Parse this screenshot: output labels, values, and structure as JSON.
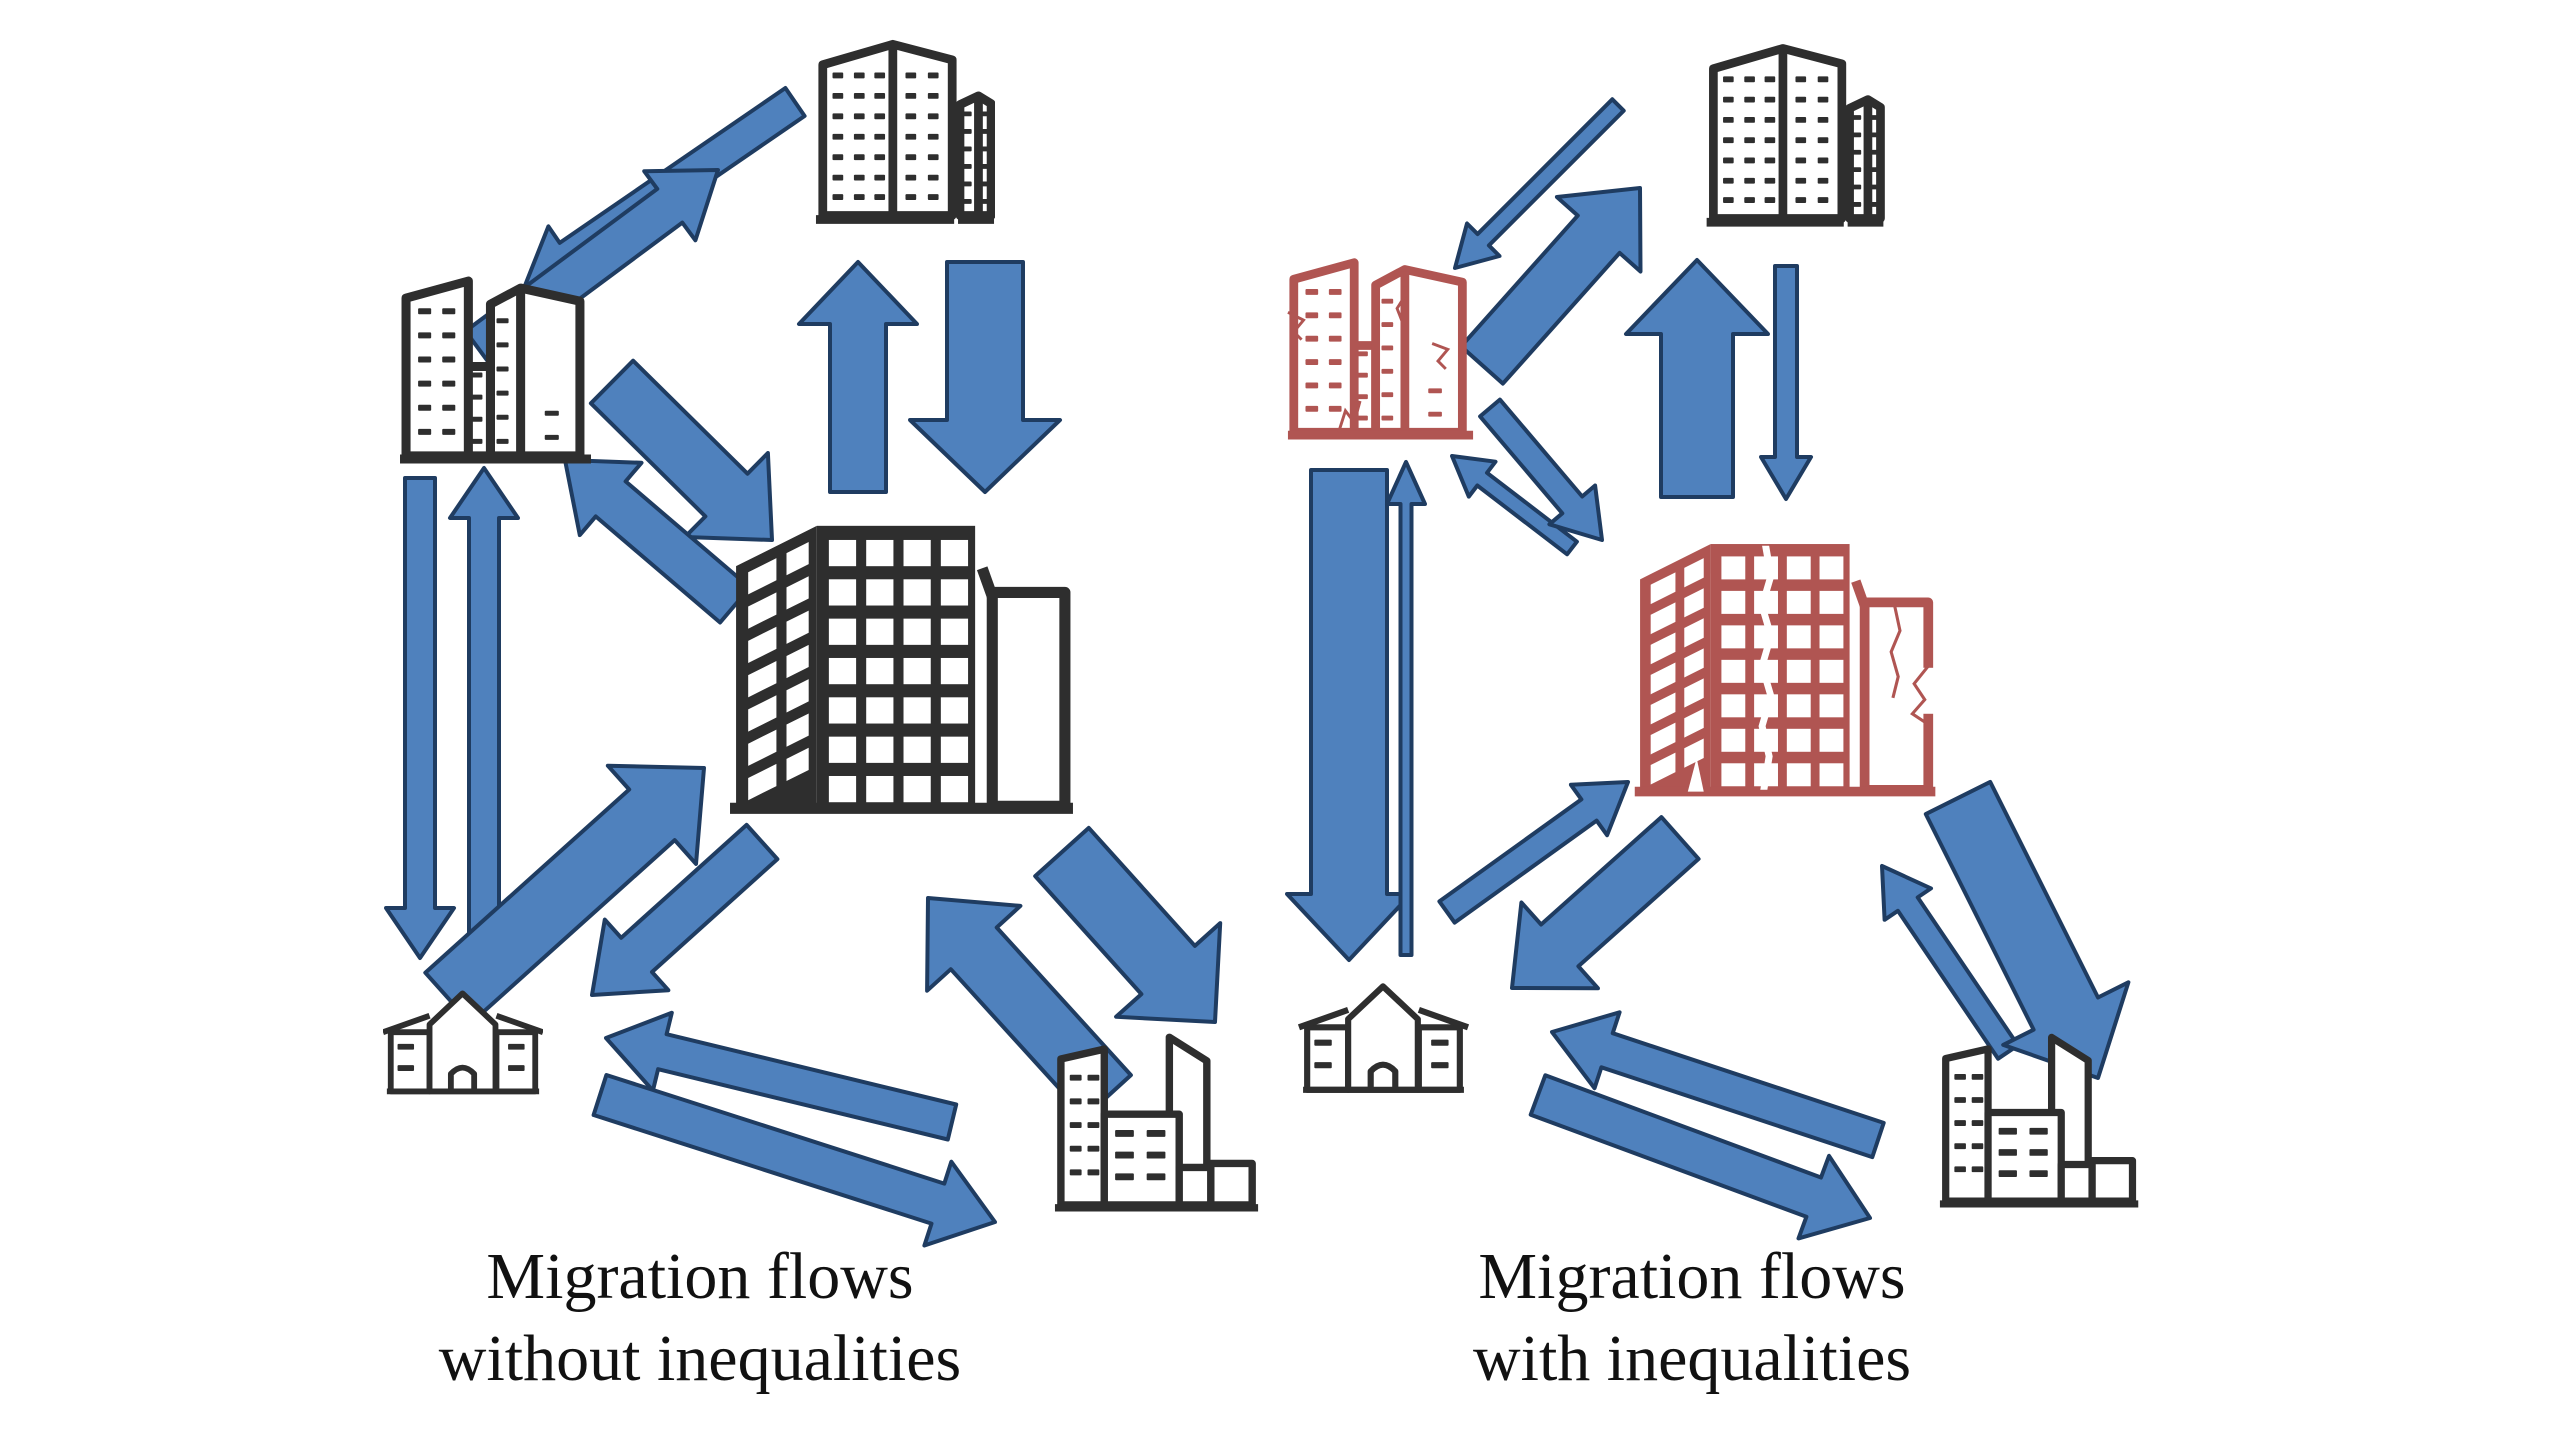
{
  "figure": {
    "background": "#ffffff",
    "colors": {
      "arrow_fill": "#4f81bd",
      "arrow_stroke": "#1f3c61",
      "building_dark": "#2e2e2e",
      "building_damaged": "#b05552",
      "caption_text": "#111111"
    },
    "captions": {
      "left": {
        "line1": "Migration flows",
        "line2": "without inequalities"
      },
      "right": {
        "line1": "Migration flows",
        "line2": "with inequalities"
      }
    },
    "diagrams": [
      {
        "id": "without-inequalities",
        "caption": "Migration flows without inequalities",
        "nodes": [
          {
            "id": "city-north",
            "icon": "twin-towers-icon",
            "condition": "intact"
          },
          {
            "id": "city-west",
            "icon": "two-towers-icon",
            "condition": "intact"
          },
          {
            "id": "city-center",
            "icon": "office-block-icon",
            "condition": "intact"
          },
          {
            "id": "village-southwest",
            "icon": "house-icon",
            "condition": "intact"
          },
          {
            "id": "town-southeast",
            "icon": "small-city-icon",
            "condition": "intact"
          }
        ],
        "flows": [
          {
            "from": "city-north",
            "to": "city-west",
            "strength": "medium"
          },
          {
            "from": "city-west",
            "to": "city-north",
            "strength": "medium"
          },
          {
            "from": "city-center",
            "to": "city-north",
            "strength": "strong"
          },
          {
            "from": "city-north",
            "to": "city-center",
            "strength": "strong"
          },
          {
            "from": "city-west",
            "to": "city-center",
            "strength": "strong"
          },
          {
            "from": "city-center",
            "to": "city-west",
            "strength": "medium"
          },
          {
            "from": "city-west",
            "to": "village-southwest",
            "strength": "medium"
          },
          {
            "from": "village-southwest",
            "to": "city-west",
            "strength": "medium"
          },
          {
            "from": "village-southwest",
            "to": "city-center",
            "strength": "strong"
          },
          {
            "from": "city-center",
            "to": "village-southwest",
            "strength": "medium"
          },
          {
            "from": "town-southeast",
            "to": "village-southwest",
            "strength": "medium"
          },
          {
            "from": "village-southwest",
            "to": "town-southeast",
            "strength": "medium"
          },
          {
            "from": "town-southeast",
            "to": "city-center",
            "strength": "strong"
          },
          {
            "from": "city-center",
            "to": "town-southeast",
            "strength": "strong"
          }
        ]
      },
      {
        "id": "with-inequalities",
        "caption": "Migration flows with inequalities",
        "nodes": [
          {
            "id": "city-north",
            "icon": "twin-towers-icon",
            "condition": "intact"
          },
          {
            "id": "city-west",
            "icon": "two-towers-icon",
            "condition": "damaged"
          },
          {
            "id": "city-center",
            "icon": "office-block-icon",
            "condition": "damaged"
          },
          {
            "id": "village-southwest",
            "icon": "house-icon",
            "condition": "intact"
          },
          {
            "id": "town-southeast",
            "icon": "small-city-icon",
            "condition": "intact"
          }
        ],
        "flows": [
          {
            "from": "city-north",
            "to": "city-west",
            "strength": "weak"
          },
          {
            "from": "city-west",
            "to": "city-north",
            "strength": "strong"
          },
          {
            "from": "city-center",
            "to": "city-north",
            "strength": "strong"
          },
          {
            "from": "city-north",
            "to": "city-center",
            "strength": "weak"
          },
          {
            "from": "city-center",
            "to": "city-west",
            "strength": "weak"
          },
          {
            "from": "city-west",
            "to": "city-center",
            "strength": "weak"
          },
          {
            "from": "city-west",
            "to": "village-southwest",
            "strength": "strong"
          },
          {
            "from": "village-southwest",
            "to": "city-west",
            "strength": "weak"
          },
          {
            "from": "village-southwest",
            "to": "city-center",
            "strength": "weak"
          },
          {
            "from": "city-center",
            "to": "village-southwest",
            "strength": "strong"
          },
          {
            "from": "town-southeast",
            "to": "village-southwest",
            "strength": "medium"
          },
          {
            "from": "village-southwest",
            "to": "town-southeast",
            "strength": "medium"
          },
          {
            "from": "town-southeast",
            "to": "city-center",
            "strength": "weak"
          },
          {
            "from": "city-center",
            "to": "town-southeast",
            "strength": "strong"
          }
        ]
      }
    ]
  }
}
